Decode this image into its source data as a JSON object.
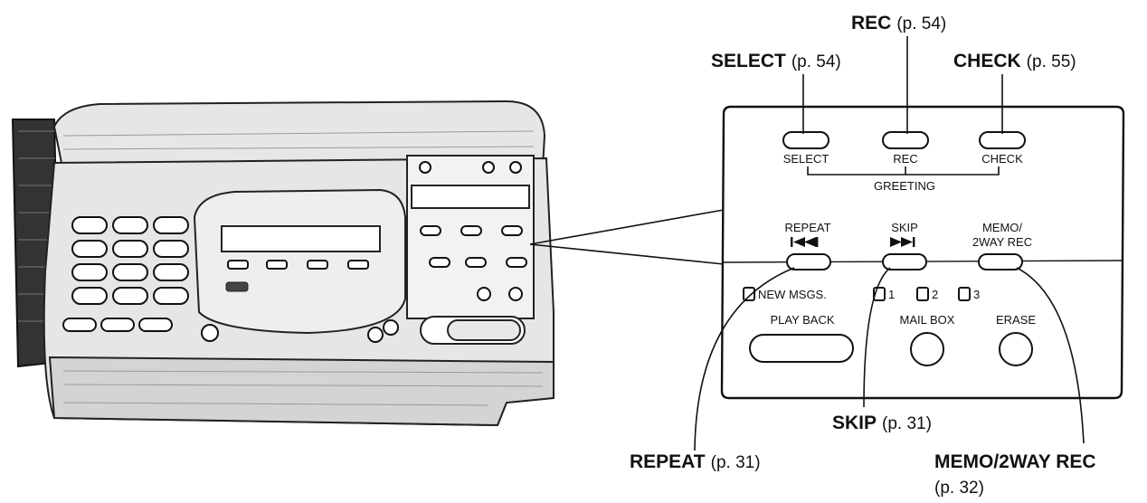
{
  "callouts": {
    "select": {
      "name": "SELECT",
      "page": "(p. 54)"
    },
    "rec": {
      "name": "REC",
      "page": "(p. 54)"
    },
    "check": {
      "name": "CHECK",
      "page": "(p. 55)"
    },
    "skip": {
      "name": "SKIP",
      "page": "(p. 31)"
    },
    "repeat": {
      "name": "REPEAT",
      "page": "(p. 31)"
    },
    "memo": {
      "name": "MEMO/2WAY REC",
      "page": "(p. 32)"
    }
  },
  "panel": {
    "select": "SELECT",
    "rec": "REC",
    "check": "CHECK",
    "greeting": "GREETING",
    "repeat": "REPEAT",
    "skip": "SKIP",
    "memo_line1": "MEMO/",
    "memo_line2": "2WAY REC",
    "new_msgs": "NEW MSGS.",
    "play_back": "PLAY BACK",
    "box1": "1",
    "box2": "2",
    "box3": "3",
    "mail_box": "MAIL BOX",
    "erase": "ERASE"
  }
}
